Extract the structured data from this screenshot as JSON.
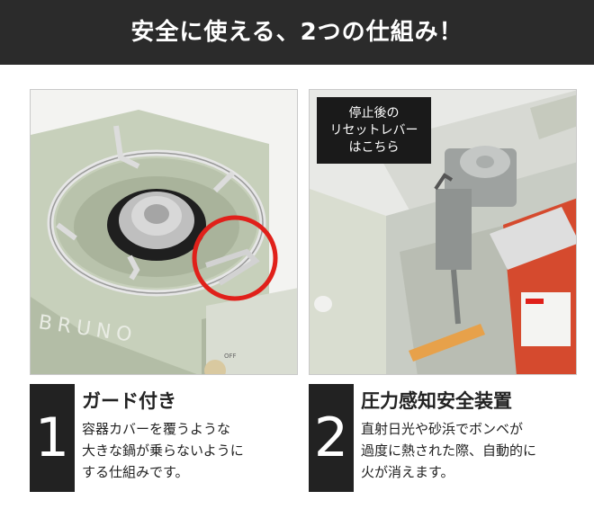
{
  "header": {
    "title": "安全に使える、2つの仕組み！"
  },
  "photo_left": {
    "brand_text": "BRUNO",
    "knob_text": "OFF"
  },
  "photo_right": {
    "callout_lines": [
      "停止後の",
      "リセットレバー",
      "はこちら"
    ]
  },
  "feature1": {
    "number": "1",
    "title": "ガード付き",
    "desc_lines": [
      "容器カバーを覆うような",
      "大きな鍋が乗らないように",
      "する仕組みです。"
    ]
  },
  "feature2": {
    "number": "2",
    "title": "圧力感知安全装置",
    "desc_lines": [
      "直射日光や砂浜でボンベが",
      "過度に熱された際、自動的に",
      "火が消えます。"
    ]
  },
  "colors": {
    "header_bg": "#2b2b2b",
    "accent_circle": "#e0201a",
    "stove_green": "#c4cdb8",
    "number_box": "#222222"
  }
}
